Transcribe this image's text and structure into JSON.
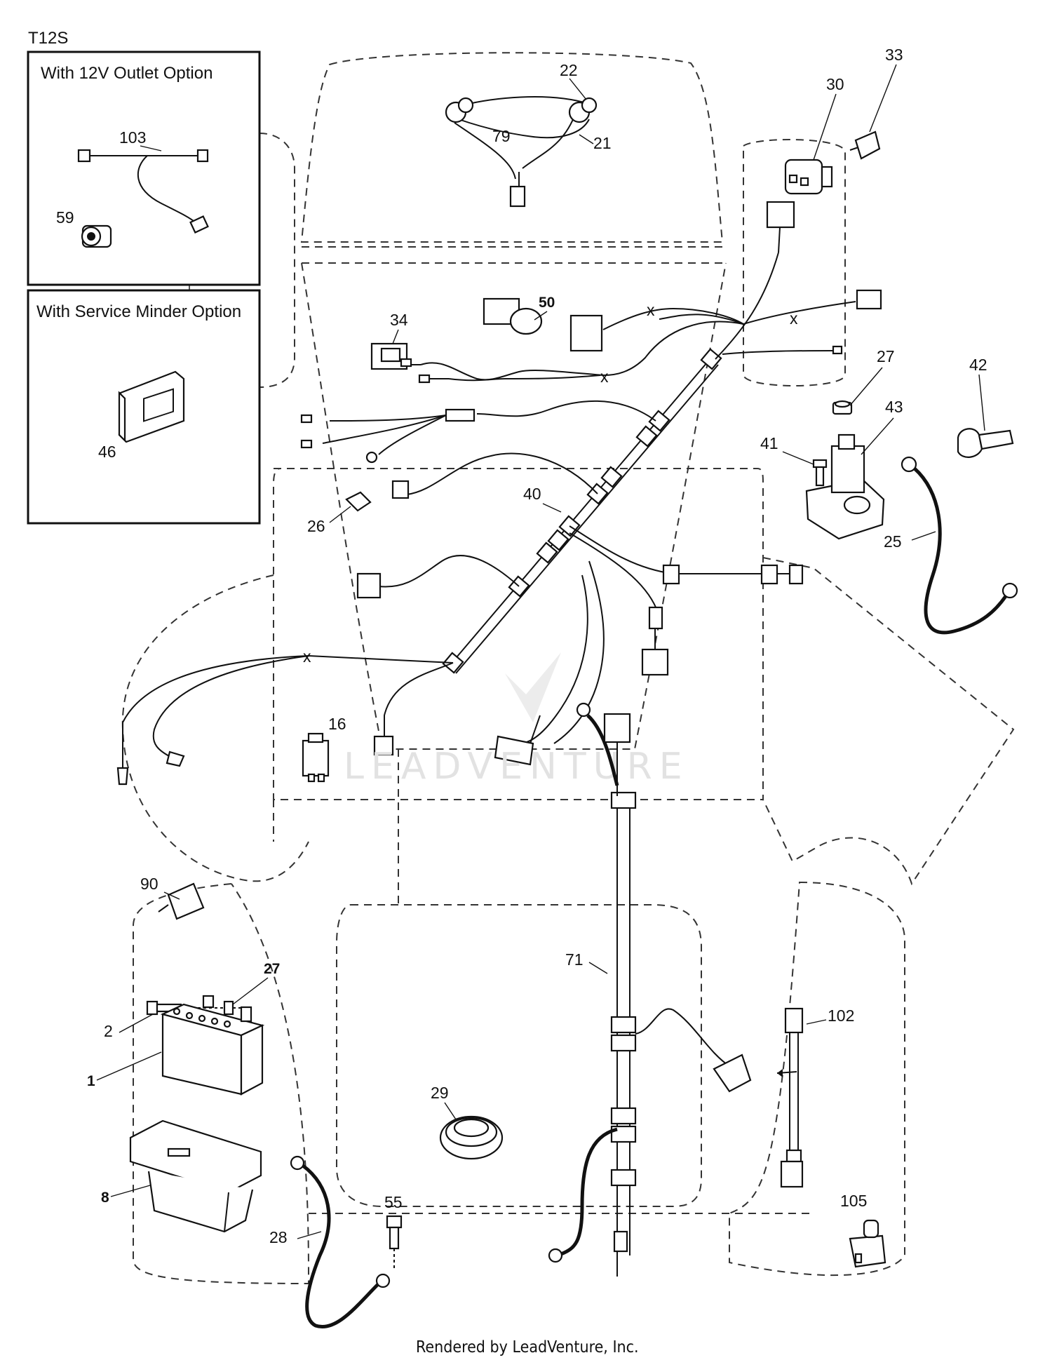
{
  "diagram": {
    "code": "T12S",
    "inset_12v": {
      "title": "With 12V Outlet Option",
      "callouts": [
        "103",
        "59"
      ]
    },
    "inset_service_minder": {
      "title": "With Service Minder Option",
      "callouts": [
        "46"
      ]
    },
    "watermark": "LEADVENTURE",
    "footer": "Rendered by LeadVenture, Inc.",
    "callouts": {
      "c22": "22",
      "c79": "79",
      "c21": "21",
      "c30": "30",
      "c33": "33",
      "c50": "50",
      "c34": "34",
      "c27a": "27",
      "c43": "43",
      "c41": "41",
      "c42": "42",
      "c40": "40",
      "c26": "26",
      "c25": "25",
      "c16": "16",
      "c90": "90",
      "c27b": "27",
      "c2": "2",
      "c1": "1",
      "c8": "8",
      "c71": "71",
      "c102": "102",
      "c29": "29",
      "c28": "28",
      "c55": "55",
      "c105": "105"
    }
  }
}
